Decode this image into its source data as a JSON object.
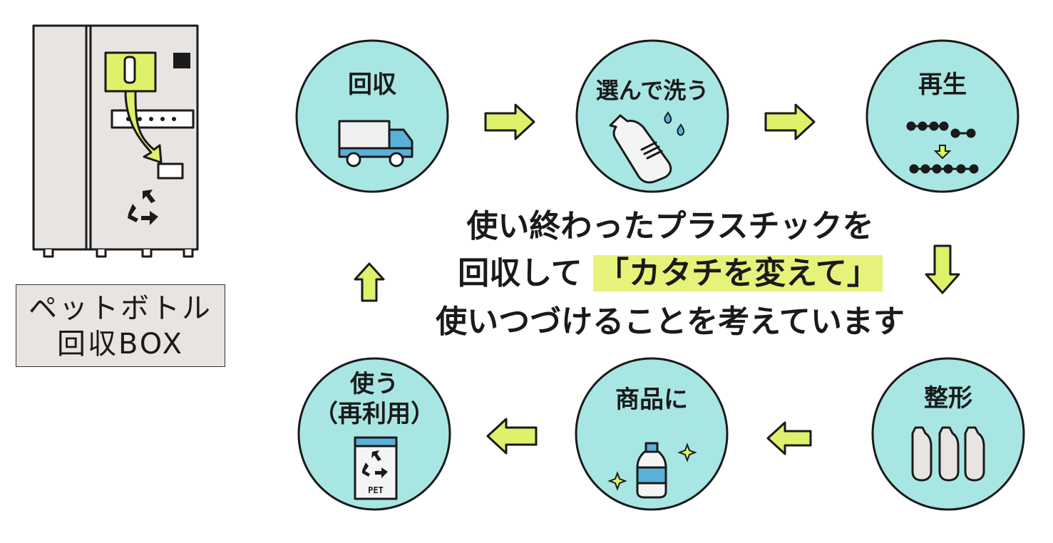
{
  "box": {
    "label_line1": "ペットボトル",
    "label_line2": "回収BOX"
  },
  "steps": {
    "collect": "回収",
    "wash": "選んで洗う",
    "regen": "再生",
    "mold": "整形",
    "product": "商品に",
    "use_line1": "使う",
    "use_line2": "（再利用）",
    "pet_mark": "PET"
  },
  "message": {
    "line1": "使い終わったプラスチックを",
    "line2_pre": "回収して",
    "line2_highlight": "「カタチを変えて」",
    "line3": "使いつづけることを考えています"
  },
  "colors": {
    "circle": "#a8e6e3",
    "accent": "#dff06a",
    "box_fill": "#e8e4e2",
    "truck_blue": "#5ab0d8"
  }
}
